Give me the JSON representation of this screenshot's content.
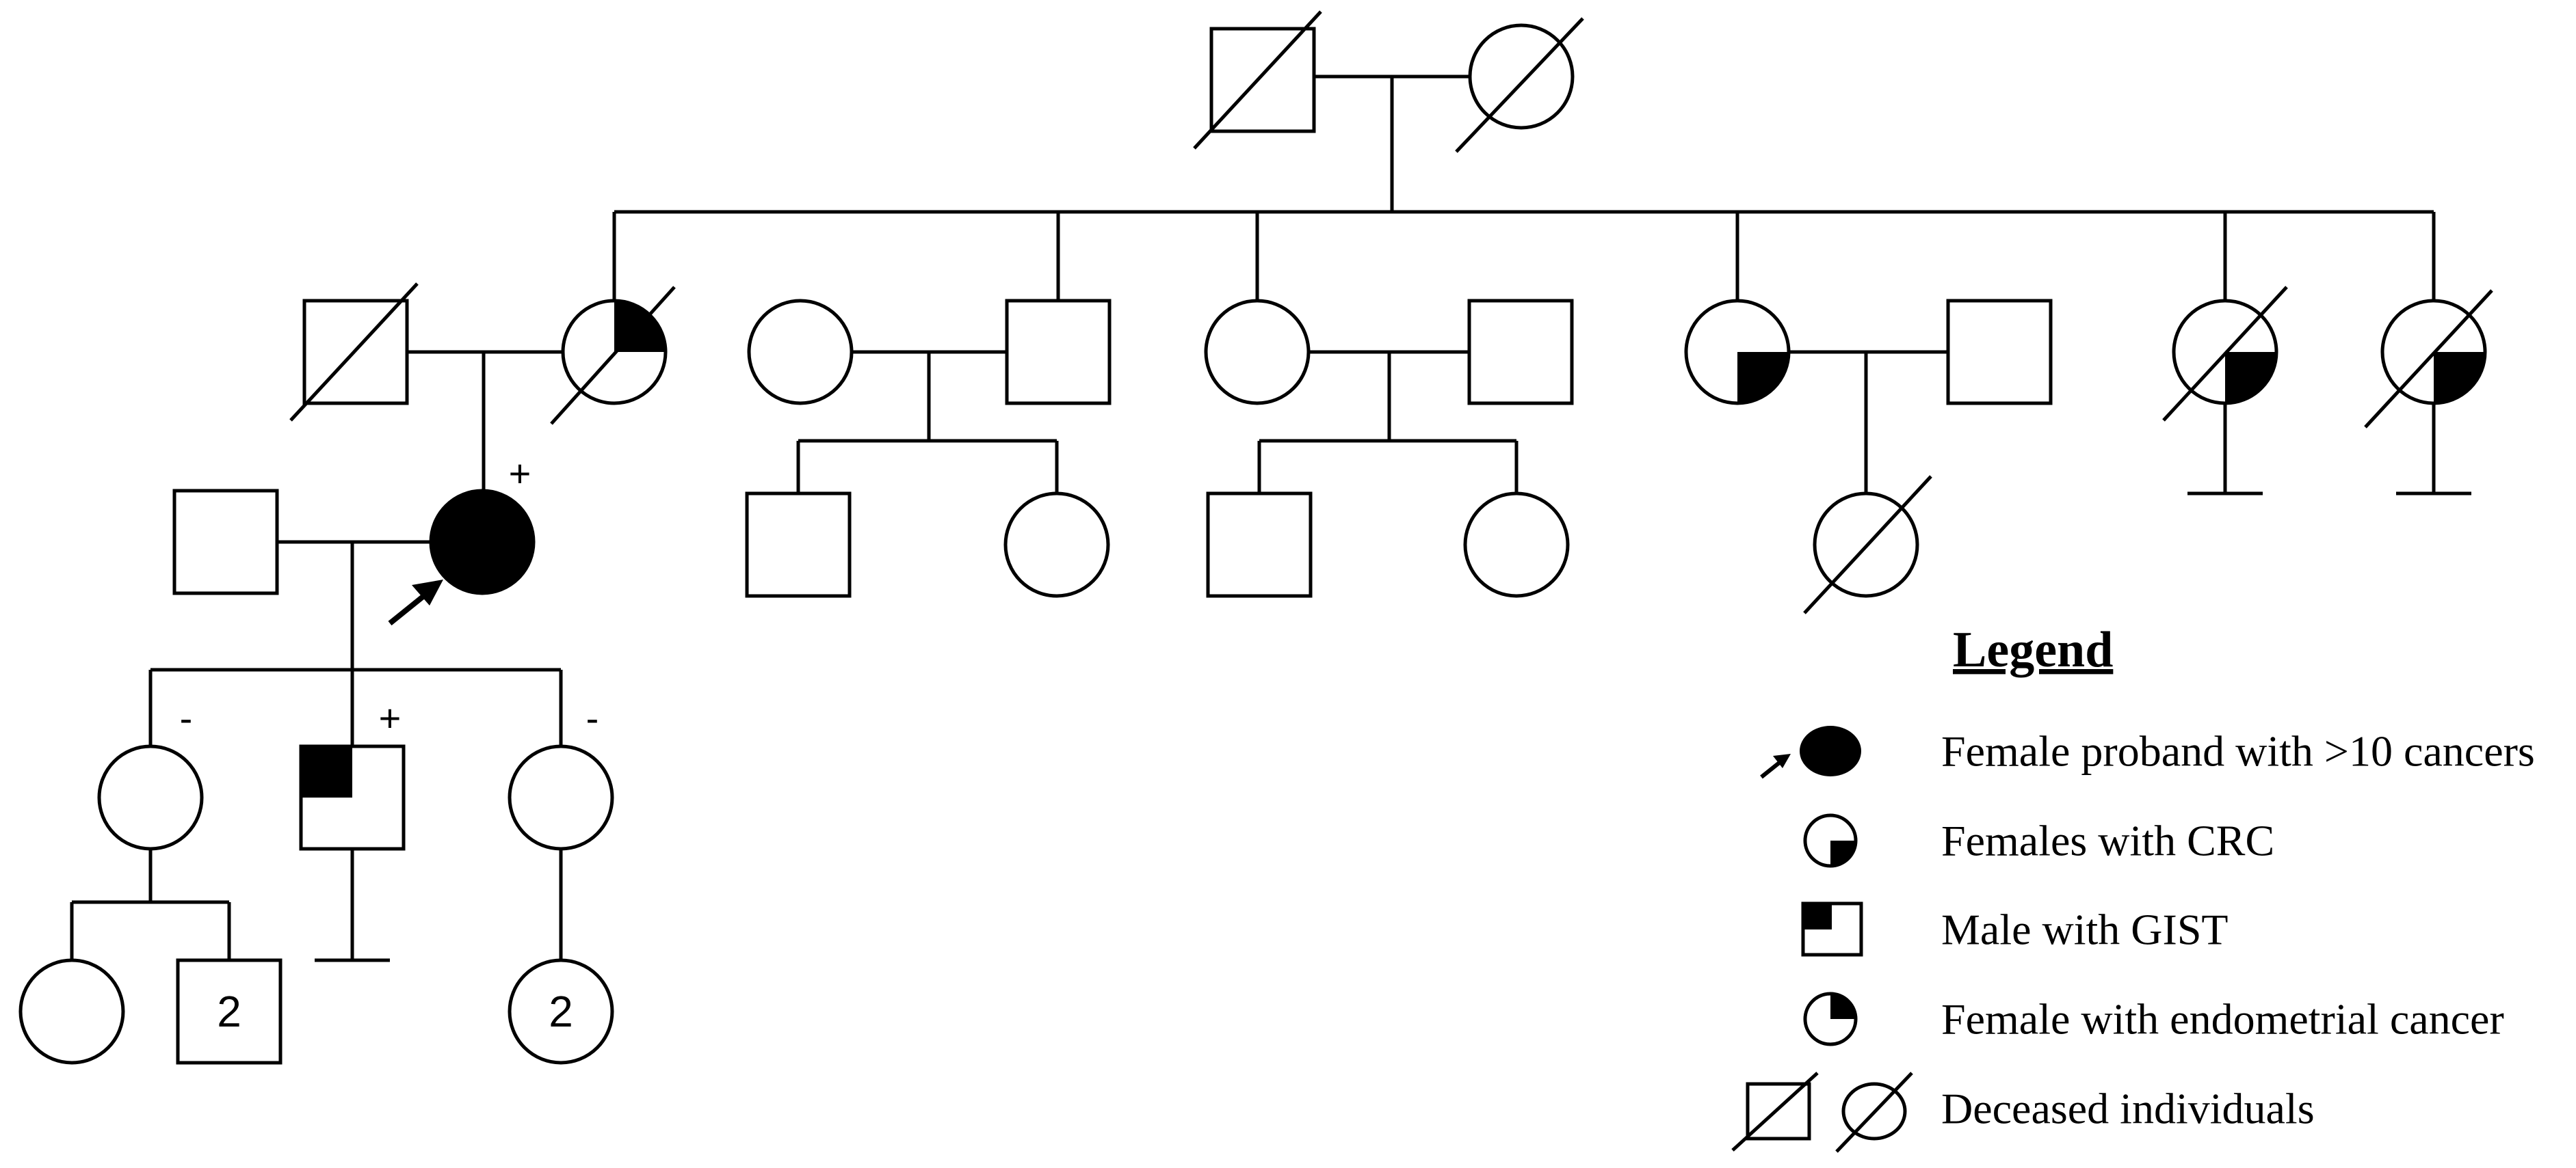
{
  "pedigree": {
    "generation_counts": [
      "2"
    ],
    "carrier_marks": {
      "plus": "+",
      "minus": "-"
    }
  },
  "legend": {
    "title": "Legend",
    "items": [
      {
        "label": "Female proband with >10 cancers",
        "icon": "proband-female-filled-arrow-icon"
      },
      {
        "label": "Females with CRC",
        "icon": "female-crc-quadrant-icon"
      },
      {
        "label": "Male with GIST",
        "icon": "male-gist-quadrant-icon"
      },
      {
        "label": "Female with endometrial cancer",
        "icon": "female-endometrial-quadrant-icon"
      },
      {
        "label": "Deceased individuals",
        "icon": "deceased-square-circle-icon"
      }
    ]
  },
  "colors": {
    "line": "#000000",
    "fill": "#000000",
    "background": "#ffffff"
  }
}
